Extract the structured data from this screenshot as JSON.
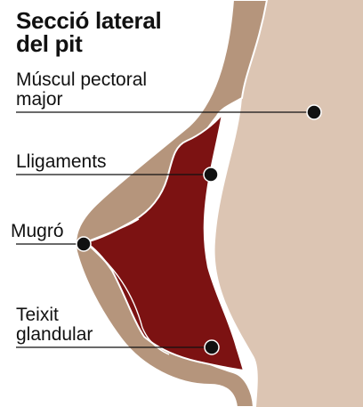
{
  "title": {
    "line1": "Secció lateral",
    "line2": "del pit"
  },
  "labels": {
    "pectoral_line1": "Múscul pectoral",
    "pectoral_line2": "major",
    "ligaments": "Lligaments",
    "nipple": "Mugró",
    "glandular_line1": "Teixit",
    "glandular_line2": "glandular"
  },
  "colors": {
    "skin": "#b5957c",
    "chest": "#dcc5b3",
    "gland": "#7c1212",
    "marker": "#111111",
    "text": "#111111"
  }
}
